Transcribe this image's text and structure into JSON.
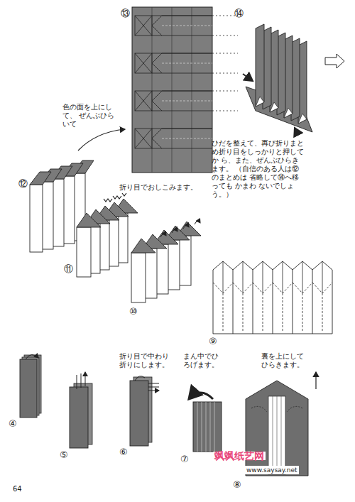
{
  "diagram": {
    "labels": [
      "⑬",
      "色の面を上にして、 ぜんぶひらいて",
      "⑭",
      "ひだを整えて、再び折りまと め折り目をしっかりと押してか ら、また、ぜんぶひらきます。 （自信のある人は⑫のまとめは 省略して⑭へ移っても かまわ ないでしょう。）",
      "⑫",
      "折り目でおしこみます。",
      "⑪",
      "⑩",
      "⑨",
      "④",
      "折り目で中わり 折りにします。",
      "まん中でひ ろげます。",
      "裏を上にして ひらきます。",
      "⑤",
      "⑥",
      "⑦",
      "⑧",
      "飒飒纸艺网",
      "www.saysay.net",
      "64"
    ]
  }
}
